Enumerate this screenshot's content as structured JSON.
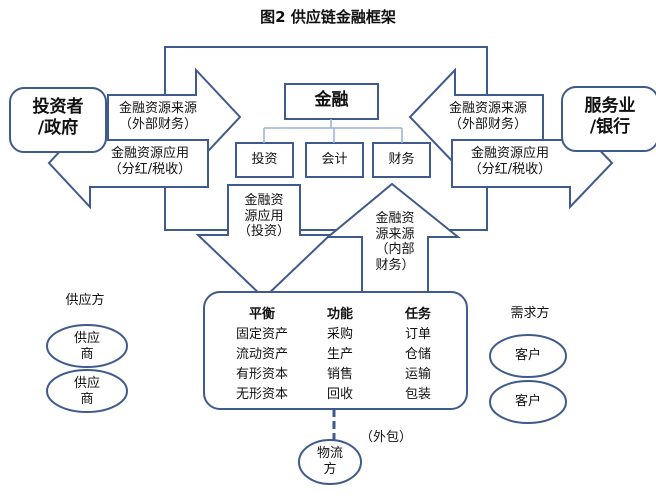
{
  "title": "图2  供应链金融框架",
  "center": {
    "finance": "金融",
    "departments": [
      "投资",
      "会计",
      "财务"
    ]
  },
  "left_party": "投资者\n/政府",
  "right_party": "服务业\n/银行",
  "arrows": {
    "left_in": "金融资源来源\n（外部财务）",
    "left_out": "金融资源应用\n（分红/税收）",
    "right_in": "金融资源来源\n（外部财务）",
    "right_out": "金融资源应用\n（分红/税收）",
    "down": "金融资\n源应用\n（投资）",
    "up": "金融资\n源来源\n（内部\n财务）"
  },
  "core": {
    "columns": [
      {
        "header": "平衡",
        "items": [
          "固定资产",
          "流动资产",
          "有形资本",
          "无形资本"
        ]
      },
      {
        "header": "功能",
        "items": [
          "采购",
          "生产",
          "销售",
          "回收"
        ]
      },
      {
        "header": "任务",
        "items": [
          "订单",
          "仓储",
          "运输",
          "包装"
        ]
      }
    ]
  },
  "supplier": {
    "label": "供应方",
    "items": [
      "供应\n商",
      "供应\n商"
    ]
  },
  "demand": {
    "label": "需求方",
    "items": [
      "客户",
      "客户"
    ]
  },
  "logistics": {
    "label": "物流\n方",
    "note": "（外包）"
  },
  "colors": {
    "stroke": "#3f5a8c",
    "fill": "#ffffff",
    "connector": "#9bb0d4"
  }
}
